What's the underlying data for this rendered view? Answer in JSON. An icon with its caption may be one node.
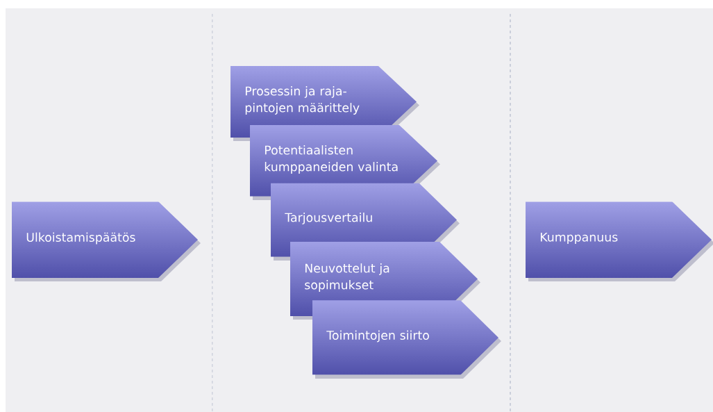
{
  "diagram": {
    "nodes": [
      {
        "text": [
          "Ulkoistamispäätös"
        ]
      },
      {
        "text": [
          "Prosessin ja raja-pintojen määrittely"
        ]
      },
      {
        "text": [
          "Potentiaalisten kumppaneiden valinta"
        ]
      },
      {
        "text": [
          "Tarjousvertailu"
        ]
      },
      {
        "text": [
          "Neuvottelut ja sopimukset"
        ]
      },
      {
        "text": [
          "Toimintojen siirto"
        ]
      },
      {
        "text": [
          "Kumppanuus"
        ]
      }
    ]
  }
}
